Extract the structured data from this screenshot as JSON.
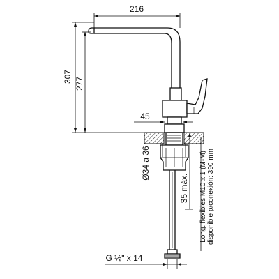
{
  "dimensions": {
    "top_width": "216",
    "total_height": "307",
    "spout_height": "277",
    "body_offset": "45",
    "hole_diameter": "Ø34 a 36",
    "max_thickness": "35 máx.",
    "hose_length": "Long. flexibles M10 x 1 (M-M)",
    "connection": "disponible p/conexión: 390 mm",
    "thread": "G ½\" x 14"
  },
  "colors": {
    "line": "#111111",
    "hatch": "#111111",
    "background": "#ffffff"
  }
}
